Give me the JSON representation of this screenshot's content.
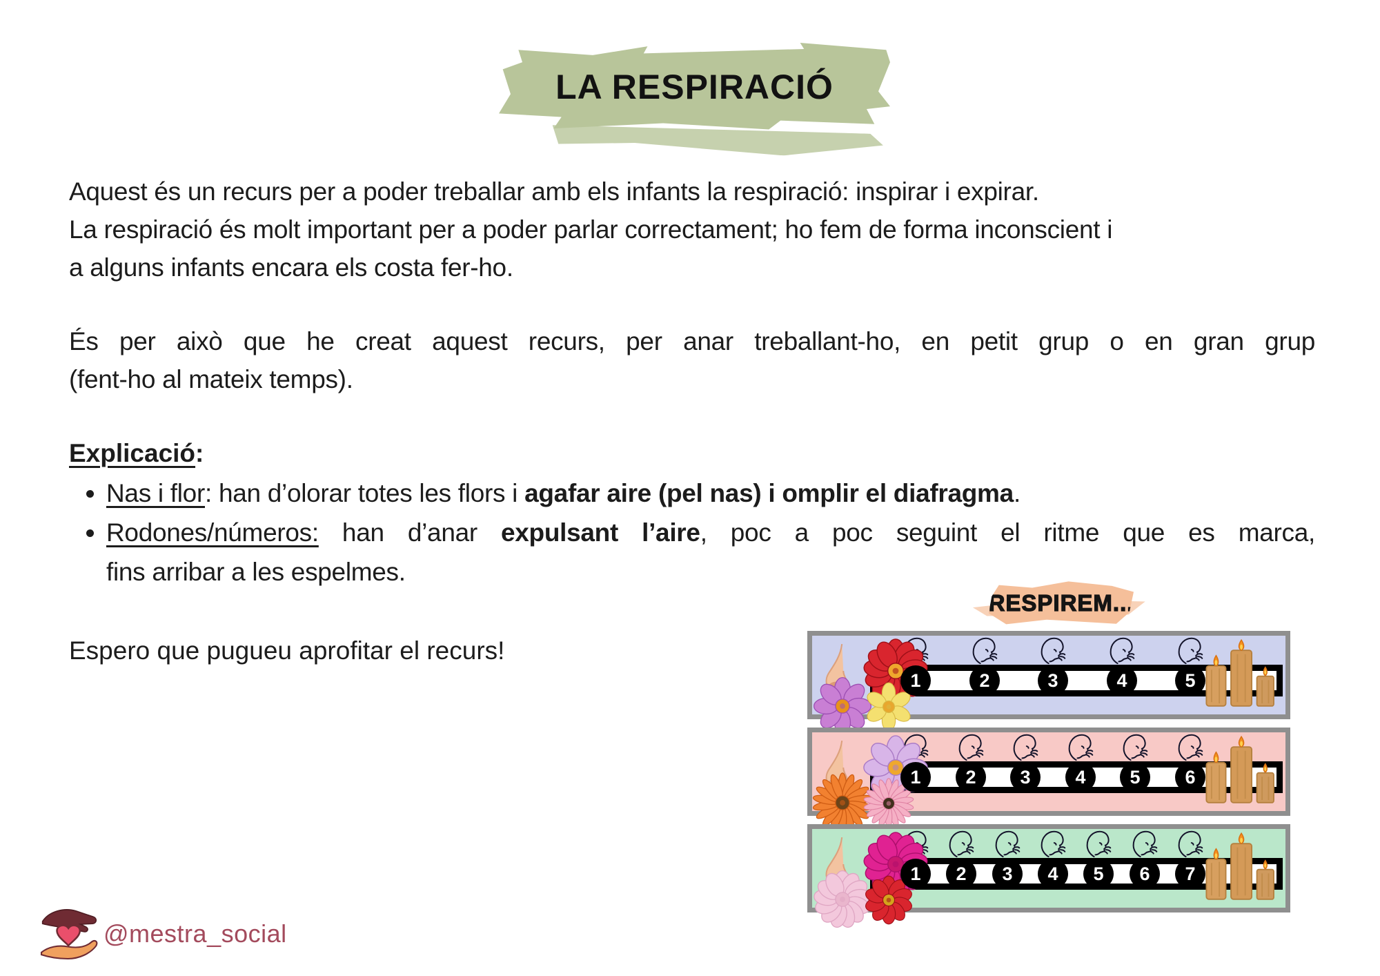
{
  "title": "LA RESPIRACIÓ",
  "intro": {
    "p1_l1": "Aquest és un recurs per a poder treballar amb els infants la respiració: inspirar i expirar.",
    "p1_l2": "La respiració és molt important per a poder parlar correctament; ho fem de forma inconscient i",
    "p1_l3": "a alguns infants encara els costa fer-ho.",
    "p2_l1": "És per això que he creat aquest recurs, per anar treballant-ho, en petit grup o en gran grup",
    "p2_l2": "(fent-ho al mateix temps)."
  },
  "explanation": {
    "heading": "Explicació",
    "heading_suffix": ":",
    "bullet1": {
      "lead": "Nas i flor",
      "mid": ": han d’olorar totes les flors i ",
      "bold": "agafar aire (pel nas) i omplir el diafragma",
      "end": "."
    },
    "bullet2": {
      "lead": "Rodones/números:",
      "mid": " han d’anar ",
      "bold": "expulsant l’aire",
      "end_l1": ", poc a poc seguint el ritme que es marca,",
      "l2": "fins arribar a les espelmes."
    }
  },
  "closing": "Espero que pugueu aprofitar el recurs!",
  "respirem": {
    "label": "RESPIREM..."
  },
  "strips": [
    {
      "bg": "#cdd2ee",
      "numbers": [
        1,
        2,
        3,
        4,
        5
      ],
      "icons": [
        "nose-icon",
        "exhale-face-icon",
        "candles-icon"
      ],
      "flowers": [
        {
          "slot": "top",
          "name": "red-flower",
          "petal": "#d9252e",
          "edge": "#9e1018",
          "center": "#efa82d",
          "n": 13,
          "slim": false
        },
        {
          "slot": "bottom-left",
          "name": "violet-flower",
          "petal": "#c97fd4",
          "edge": "#9d4fb3",
          "center": "#e8921a",
          "n": 8,
          "slim": false
        },
        {
          "slot": "bottom-right",
          "name": "yellow-flower",
          "petal": "#f4e070",
          "edge": "#d9b945",
          "center": "#e8a72e",
          "n": 6,
          "slim": false
        }
      ]
    },
    {
      "bg": "#f8c9c6",
      "numbers": [
        1,
        2,
        3,
        4,
        5,
        6
      ],
      "icons": [
        "nose-icon",
        "exhale-face-icon",
        "candles-icon"
      ],
      "flowers": [
        {
          "slot": "top",
          "name": "lilac-flower",
          "petal": "#d8b5e8",
          "edge": "#ab7cc6",
          "center": "#efa82d",
          "n": 8,
          "slim": false
        },
        {
          "slot": "bottom-left",
          "name": "orange-gerbera-flower",
          "petal": "#f28130",
          "edge": "#cf5d14",
          "center": "#6b4419",
          "n": 18,
          "slim": true
        },
        {
          "slot": "bottom-right",
          "name": "pink-gerbera-flower",
          "petal": "#f5b0c5",
          "edge": "#e083a4",
          "center": "#41301d",
          "n": 18,
          "slim": true
        }
      ]
    },
    {
      "bg": "#bae7ca",
      "numbers": [
        1,
        2,
        3,
        4,
        5,
        6,
        7
      ],
      "icons": [
        "nose-icon",
        "exhale-face-icon",
        "candles-icon"
      ],
      "flowers": [
        {
          "slot": "top",
          "name": "magenta-flower",
          "petal": "#e02292",
          "edge": "#ad0f6c",
          "center": "#c9176f",
          "n": 13,
          "slim": false
        },
        {
          "slot": "bottom-left",
          "name": "pale-pink-flower",
          "petal": "#f3c8dc",
          "edge": "#dfa6c3",
          "center": "#eab6cd",
          "n": 13,
          "slim": false
        },
        {
          "slot": "bottom-right",
          "name": "red-flower",
          "petal": "#d9252e",
          "edge": "#9e1018",
          "center": "#d4a31c",
          "n": 10,
          "slim": false
        }
      ]
    }
  ],
  "footer": {
    "handle": "@mestra_social"
  },
  "colors": {
    "title_bg": "#b8c59a",
    "respirem_bg": "#f5bf9a",
    "handle": "#a34a5c",
    "text": "#1c1c1c"
  }
}
